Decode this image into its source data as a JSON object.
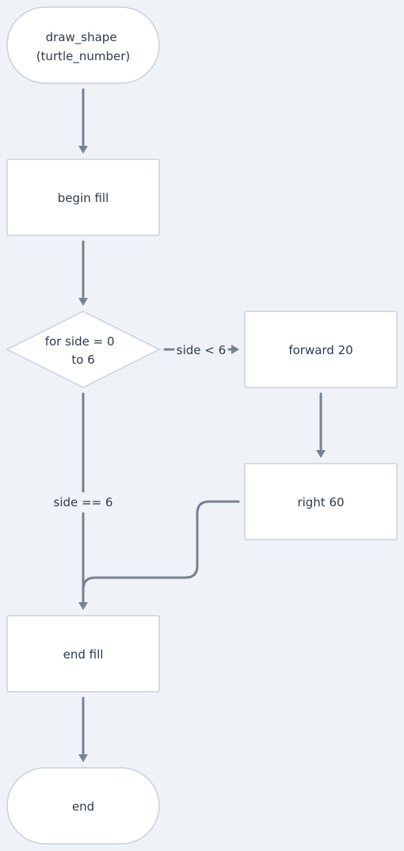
{
  "nodes": {
    "start": {
      "lines": [
        "draw_shape",
        "(turtle_number)"
      ]
    },
    "begin_fill": {
      "lines": [
        "begin fill"
      ]
    },
    "loop": {
      "lines": [
        "for side = 0",
        "to 6"
      ]
    },
    "forward": {
      "lines": [
        "forward 20"
      ]
    },
    "right": {
      "lines": [
        "right 60"
      ]
    },
    "end_fill": {
      "lines": [
        "end fill"
      ]
    },
    "end": {
      "lines": [
        "end"
      ]
    }
  },
  "edges": {
    "loop_to_forward": {
      "label": "side < 6"
    },
    "loop_to_end_fill": {
      "label": "side == 6"
    }
  },
  "colors": {
    "background": "#eff3f7",
    "node_fill": "#ffffff",
    "node_border": "#c9d1da",
    "edge": "#778291",
    "text": "#2f3a4a"
  }
}
